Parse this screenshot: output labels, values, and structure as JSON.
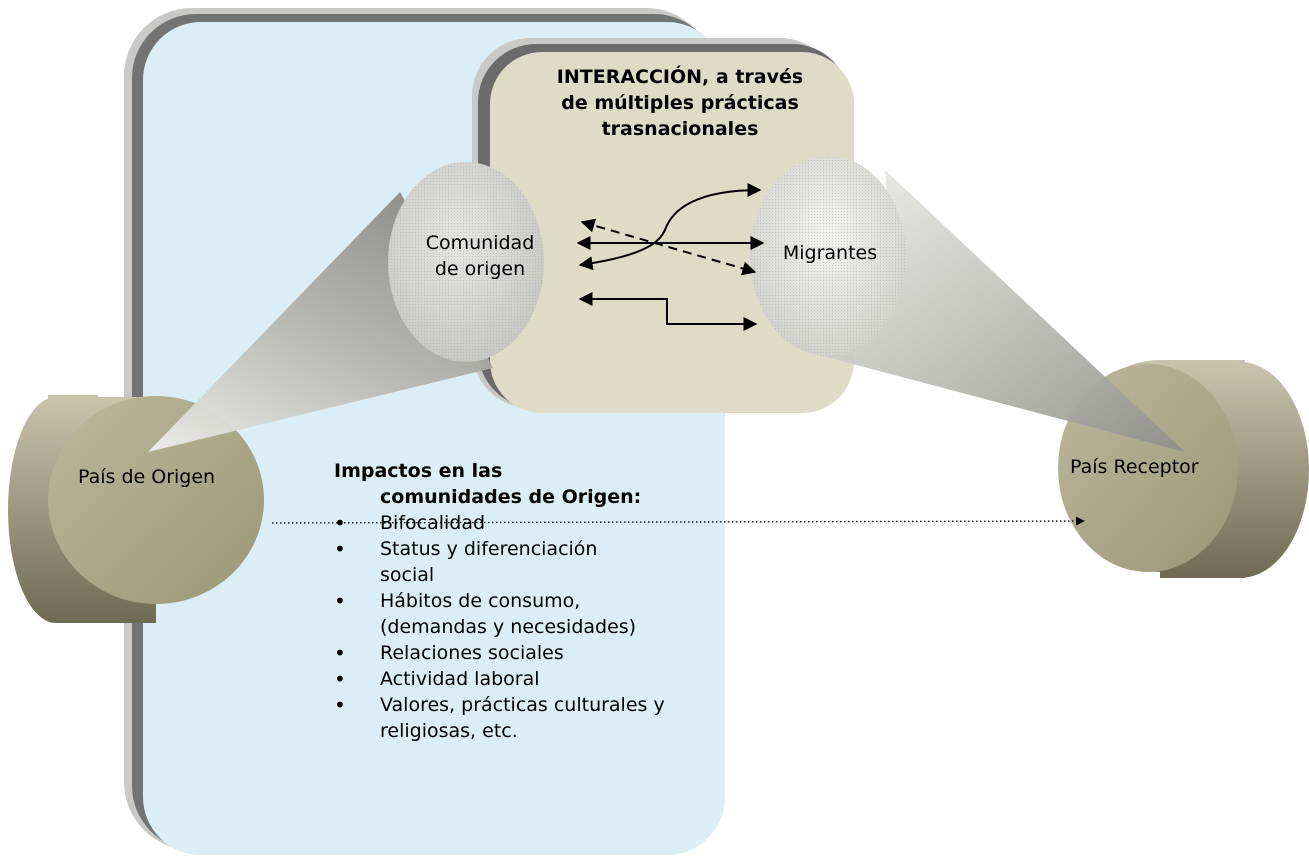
{
  "interaction": {
    "title_lines": [
      "INTERACCIÓN, a través",
      "de múltiples prácticas",
      "trasnacionales"
    ]
  },
  "nodes": {
    "community_lines": [
      "Comunidad",
      "de origen"
    ],
    "migrants": "Migrantes",
    "origin_country": "País de Origen",
    "receiving_country": "País Receptor"
  },
  "impacts": {
    "title_lines": [
      "Impactos en las",
      "comunidades de Origen:"
    ],
    "items": [
      "Bifocalidad",
      "Status y diferenciación social",
      "Hábitos de consumo, (demandas y necesidades)",
      "Relaciones sociales",
      "Actividad laboral",
      "Valores, prácticas culturales y religiosas, etc."
    ]
  },
  "colors": {
    "blue_panel": "#dbeef5",
    "beige_panel": "#dedbc6",
    "cylinder": "#a9a387",
    "cone": "#bdbdb8"
  }
}
